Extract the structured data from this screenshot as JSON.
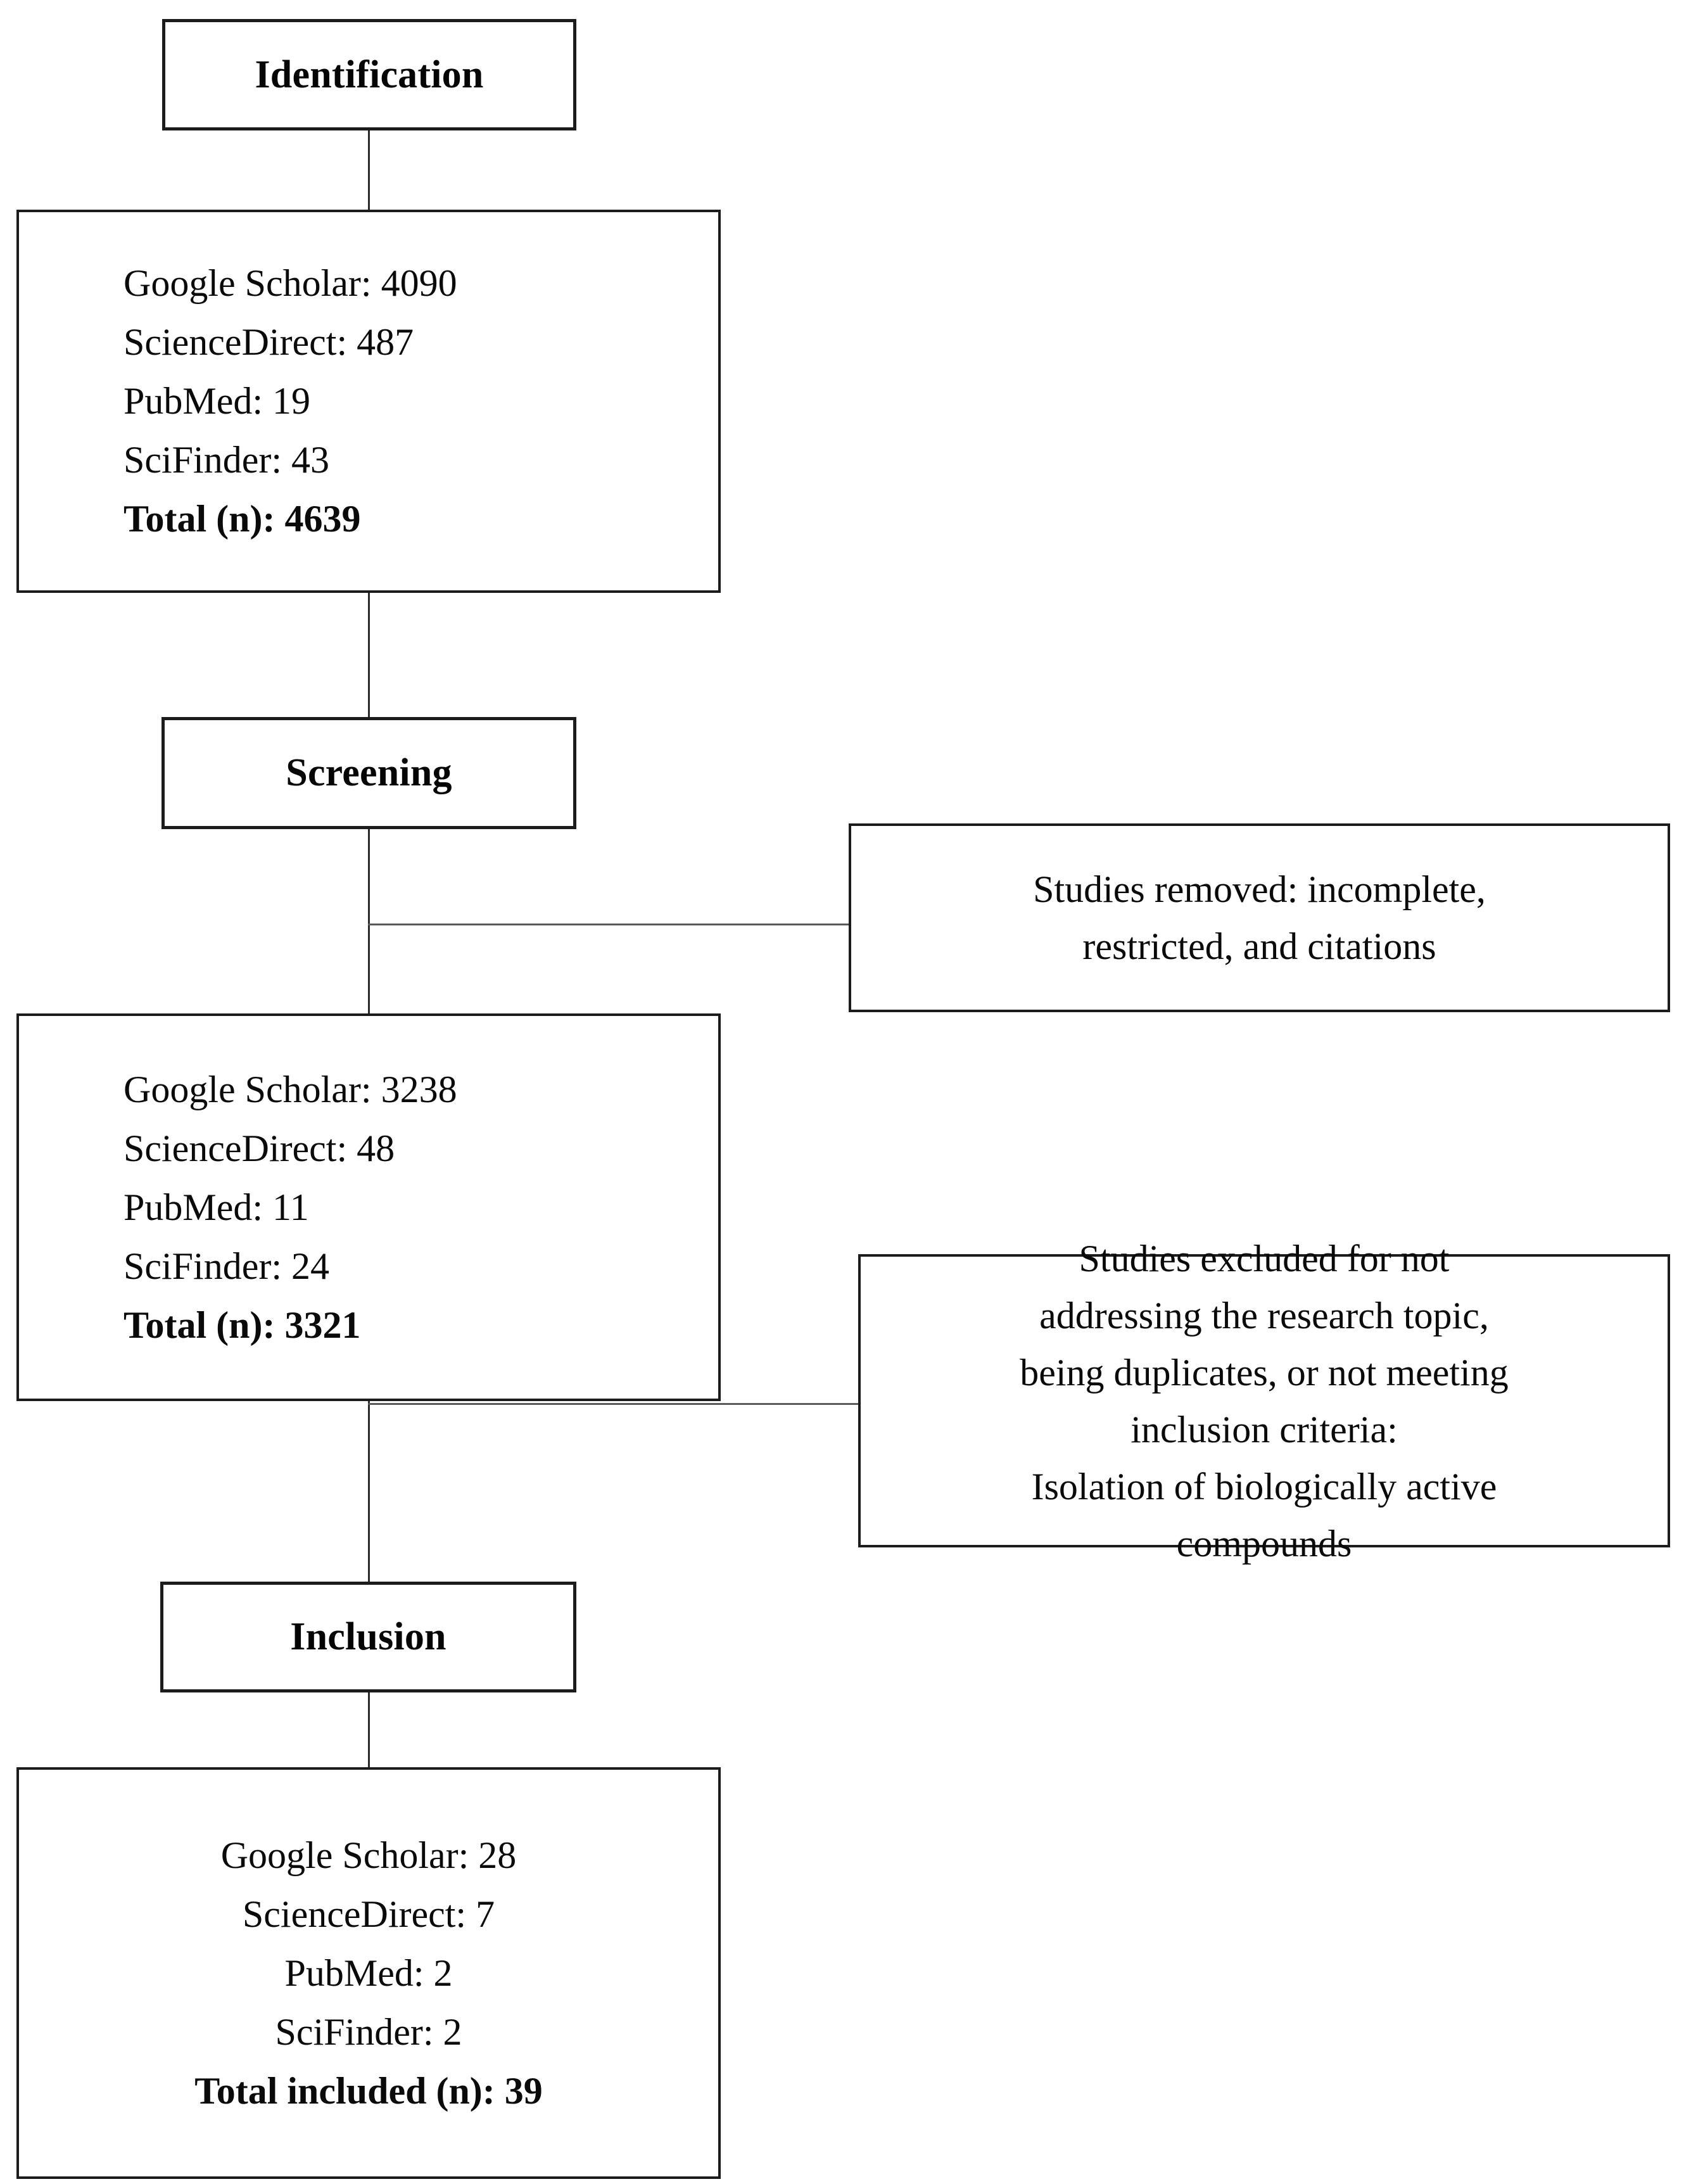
{
  "diagram": {
    "title": "PRISMA study selection flow diagram",
    "type": "flowchart",
    "stages": [
      {
        "id": "identification",
        "label": "Identification"
      },
      {
        "id": "screening",
        "label": "Screening"
      },
      {
        "id": "inclusion",
        "label": "Inclusion"
      }
    ],
    "identification_counts": {
      "lines": [
        "Google Scholar: 4090",
        "ScienceDirect: 487",
        "PubMed: 19",
        "SciFinder: 43"
      ],
      "total": "Total (n): 4639"
    },
    "screening_counts": {
      "lines": [
        "Google Scholar: 3238",
        "ScienceDirect: 48",
        "PubMed: 11",
        "SciFinder: 24"
      ],
      "total": "Total (n): 3321"
    },
    "inclusion_counts": {
      "lines": [
        "Google Scholar: 28",
        "ScienceDirect: 7",
        "PubMed: 2",
        "SciFinder: 2"
      ],
      "total": "Total included (n): 39"
    },
    "removed_note": {
      "lines": [
        "Studies removed: incomplete,",
        "restricted, and citations"
      ]
    },
    "excluded_note": {
      "lines": [
        "Studies excluded for not",
        "addressing the research topic,",
        "being duplicates, or not meeting",
        "inclusion criteria:",
        "Isolation of biologically active",
        "compounds"
      ]
    },
    "colors": {
      "border": "#1c1c1c",
      "text": "#0a0a0a",
      "connector": "#2a2a2a",
      "background": "#ffffff"
    }
  }
}
